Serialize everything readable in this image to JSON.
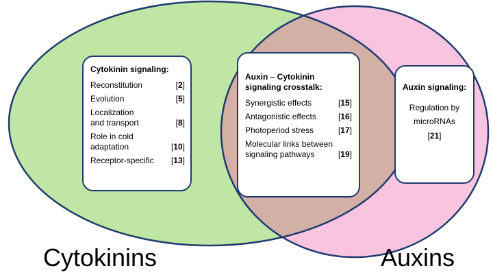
{
  "colors": {
    "cytokinin_fill": "#bfe6a4",
    "auxin_fill": "#f9c4e0",
    "overlap_fill": "#d2b0a5",
    "outline": "#1f3b6e",
    "box_border": "#1f3b6e"
  },
  "sets": {
    "cytokinins_label": "Cytokinins",
    "auxins_label": "Auxins"
  },
  "cytokinin_box": {
    "title": "Cytokinin signaling:",
    "items": [
      {
        "label": "Reconstitution",
        "ref": "[2]"
      },
      {
        "label": "Evolution",
        "ref": "[5]"
      },
      {
        "label": "Localization\nand transport",
        "ref": "[8]"
      },
      {
        "label": "Role in cold\nadaptation",
        "ref": "[10]"
      },
      {
        "label": "Receptor-specific",
        "ref": "[13]"
      }
    ]
  },
  "crosstalk_box": {
    "title_line1": "Auxin – Cytokinin",
    "title_line2": "signaling crosstalk:",
    "items": [
      {
        "label": "Synergistic effects",
        "ref": "[15]"
      },
      {
        "label": "Antagonistic effects",
        "ref": "[16]"
      },
      {
        "label": "Photoperiod stress",
        "ref": "[17]"
      },
      {
        "label": "Molecular links between\nsignaling pathways",
        "ref": "[19]"
      }
    ]
  },
  "auxin_box": {
    "title": "Auxin signaling:",
    "item_label": "Regulation by\nmicroRNAs",
    "item_ref": "[21]"
  }
}
